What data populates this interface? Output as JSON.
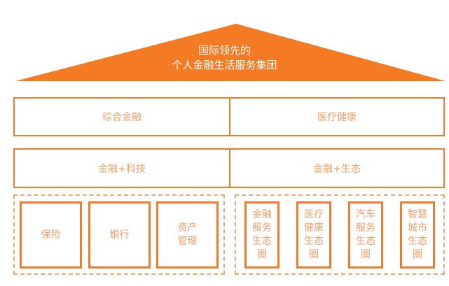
{
  "colors": {
    "accent": "#f47a2a",
    "text": "#f2a06a"
  },
  "roof": {
    "line1": "国际领先的",
    "line2": "个人金融生活服务集团"
  },
  "row1": {
    "left": "综合金融",
    "right": "医疗健康"
  },
  "row2": {
    "left": "金融+科技",
    "right": "金融+生态"
  },
  "businesses": [
    "保险",
    "银行",
    "资产\n管理"
  ],
  "ecosystems": [
    "金融\n服务\n生态\n圈",
    "医疗\n健康\n生态\n圈",
    "汽车\n服务\n生态\n圈",
    "智慧\n城市\n生态\n圈"
  ]
}
